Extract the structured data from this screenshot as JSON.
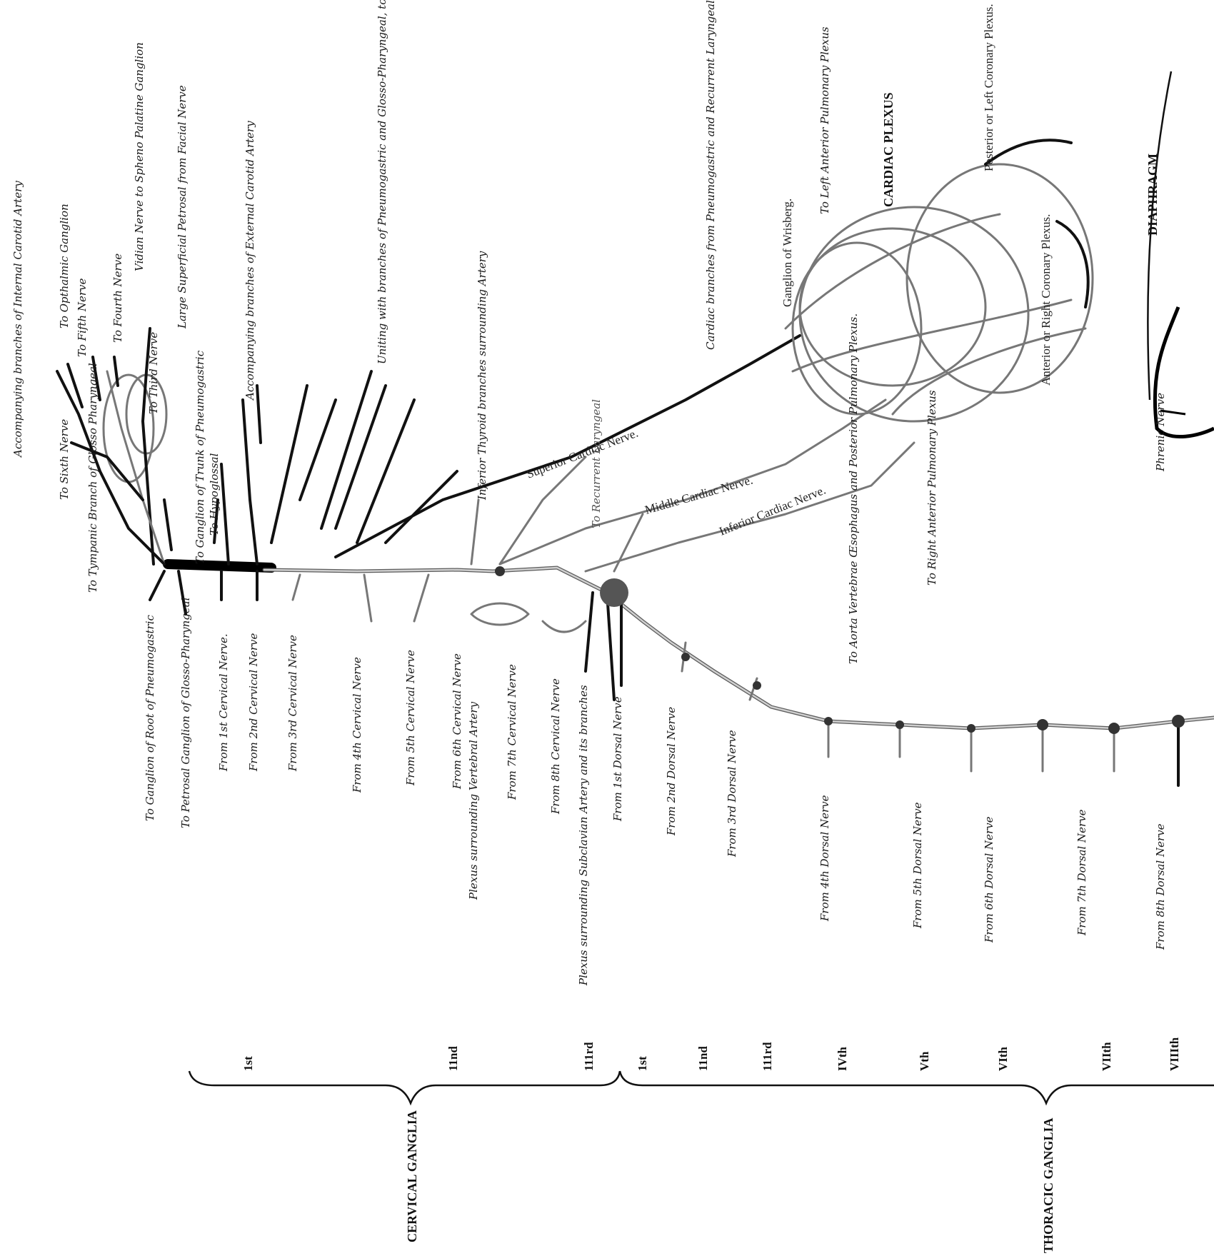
{
  "top_labels": {
    "accompanying_internal_carotid": "Accompanying branches of Internal Carotid Artery",
    "to_sixth_nerve": "To Sixth Nerve",
    "to_opthalmic_ganglion": "To Opthalmic Ganglion",
    "to_fifth_nerve": "To Fifth Nerve",
    "to_fourth_nerve": "To Fourth Nerve",
    "to_third_nerve": "To Third Nerve",
    "vidian_nerve": "Vidian Nerve to Spheno Palatine Ganglion",
    "large_superficial_petrosal": "Large Superficial Petrosal from Facial Nerve",
    "tympanic_branch": "To Tympanic Branch of Glosso Pharyngeal",
    "to_ganglion_trunk_pneumogastric": "To Ganglion of Trunk of Pneumogastric",
    "to_hypoglossal": "To Hypoglossal",
    "accompanying_external_carotid": "Accompanying branches of External Carotid Artery",
    "uniting_branches": "Uniting with branches of Pneumogastric and Glosso-Pharyngeal, to form the Pharyngeal Plexus.",
    "inferior_thyroid": "Inferior Thyroid branches surrounding Artery",
    "to_recurrent_laryngeal": "To Recurrent Laryngeal",
    "cardiac_branches": "Cardiac branches from Pneumogastric and Recurrent Laryngeal Nerves",
    "ganglion_wrisberg": "Ganglion of Wrisberg.",
    "to_left_anterior_pulmonary": "To Left Anterior Pulmonary Plexus",
    "cardiac_plexus": "CARDIAC PLEXUS",
    "posterior_coronary": "Posterior or Left Coronary Plexus.",
    "anterior_coronary": "Anterior or Right Coronary Plexus.",
    "diaphragm": "DIAPHRAGM",
    "phrenic_nerve": "Phrenic Nerve",
    "superior_cardiac": "Superior Cardiac Nerve.",
    "middle_cardiac": "Middle Cardiac Nerve.",
    "inferior_cardiac": "Inferior Cardiac Nerve.",
    "to_right_anterior_pulmonary": "To Right Anterior Pulmonary Plexus",
    "to_aorta": "To Aorta Vertebrae Œsophagus and Posterior Pulmonary Plexus."
  },
  "bottom_labels": {
    "root_pneumogastric": "To Ganglion of Root of Pneumogastric",
    "petrosal_ganglion": "To Petrosal Ganglion of Glosso-Pharyngeal",
    "from_1_cervical": "From 1st Cervical Nerve.",
    "from_2_cervical": "From 2nd Cervical Nerve",
    "from_3_cervical": "From 3rd Cervical Nerve",
    "from_4_cervical": "From 4th Cervical Nerve",
    "from_5_cervical": "From 5th Cervical Nerve",
    "from_6_cervical": "From 6th Cervical Nerve",
    "plexus_vertebral": "Plexus surrounding Vertebral Artery",
    "from_7_cervical": "From 7th Cervical Nerve",
    "from_8_cervical": "From 8th Cervical Nerve",
    "plexus_subclavian": "Plexus surrounding Subclavian Artery and its branches",
    "from_1_dorsal": "From 1st Dorsal Nerve",
    "from_2_dorsal": "From 2nd Dorsal Nerve",
    "from_3_dorsal": "From 3rd Dorsal Nerve",
    "from_4_dorsal": "From 4th Dorsal Nerve",
    "from_5_dorsal": "From 5th Dorsal Nerve",
    "from_6_dorsal": "From 6th Dorsal Nerve",
    "from_7_dorsal": "From 7th Dorsal Nerve",
    "from_8_dorsal": "From 8th Dorsal Nerve"
  },
  "ganglia": {
    "cervical_label": "CERVICAL GANGLIA",
    "thoracic_label": "THORACIC GANGLIA",
    "cervical": [
      "1st",
      "11nd",
      "111rd"
    ],
    "thoracic": [
      "1st",
      "11nd",
      "111rd",
      "IVth",
      "Vth",
      "VIth",
      "VIIth",
      "VIIIth"
    ]
  }
}
